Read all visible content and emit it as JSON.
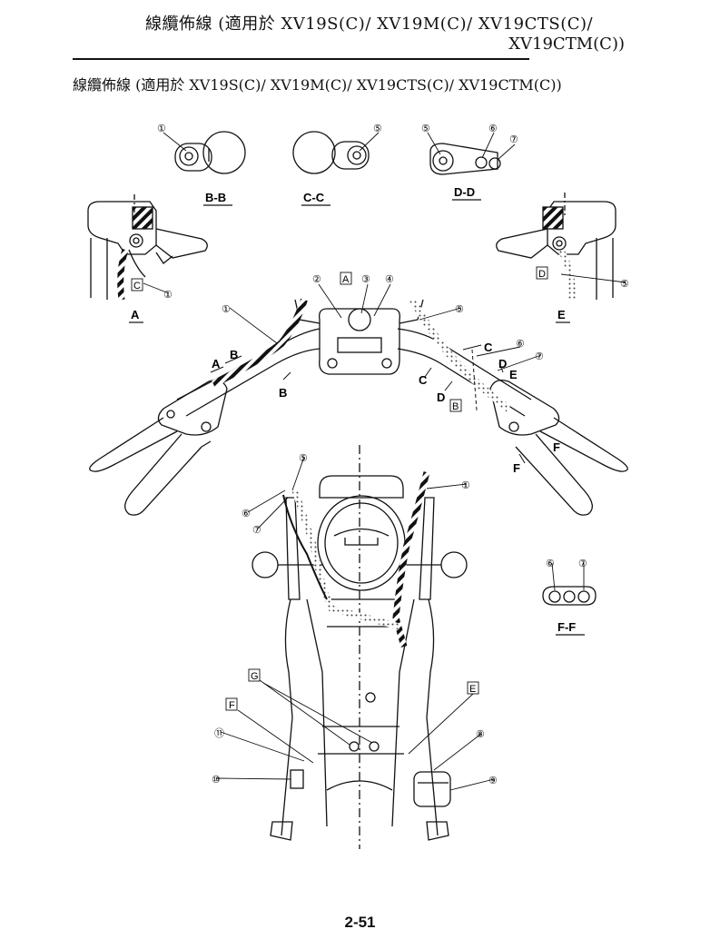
{
  "header": {
    "title_line1": "線纜佈線 (適用於 XV19S(C)/ XV19M(C)/ XV19CTS(C)/",
    "title_line2": "XV19CTM(C))"
  },
  "section": {
    "subtitle": "線纜佈線 (適用於 XV19S(C)/ XV19M(C)/ XV19CTS(C)/ XV19CTM(C))"
  },
  "diagram": {
    "view_labels": {
      "bb": "B-B",
      "cc": "C-C",
      "dd": "D-D",
      "a": "A",
      "e": "E",
      "ff": "F-F"
    },
    "arrow_letters": {
      "a": "A",
      "b": "B",
      "c": "C",
      "d": "D",
      "e": "E",
      "f": "F"
    },
    "box_letters": {
      "a": "A",
      "b": "B",
      "c": "C",
      "d": "D",
      "e": "E",
      "f": "F",
      "g": "G"
    },
    "callouts": {
      "n1": "①",
      "n2": "②",
      "n3": "③",
      "n4": "④",
      "n5": "⑤",
      "n6": "⑥",
      "n7": "⑦",
      "n8": "⑧",
      "n9": "⑨",
      "n10": "⑩",
      "n11": "⑪"
    }
  },
  "footer": {
    "page_number": "2-51"
  }
}
